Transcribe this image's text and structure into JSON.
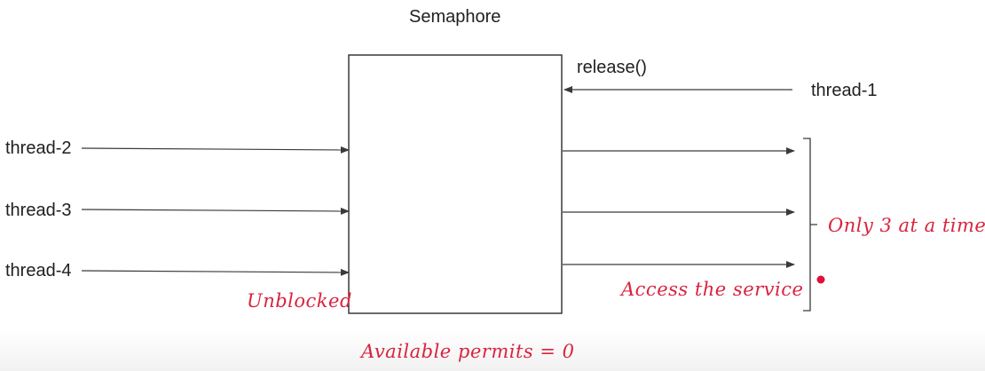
{
  "diagram": {
    "title": "Semaphore",
    "release_label": "release()",
    "threads": {
      "t1": "thread-1",
      "t2": "thread-2",
      "t3": "thread-3",
      "t4": "thread-4"
    },
    "annotations": {
      "unblocked": "Unblocked",
      "access": "Access the service",
      "only3": "Only 3 at a time!",
      "permits": "Available permits = 0"
    },
    "colors": {
      "ink": "#1f1f1f",
      "annotation": "#d9233f"
    }
  }
}
